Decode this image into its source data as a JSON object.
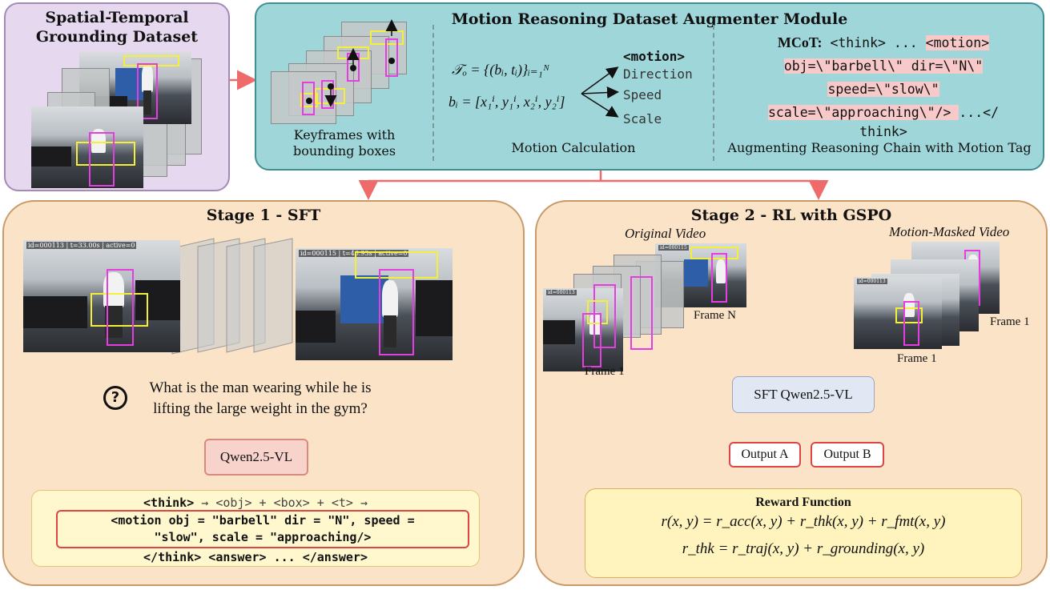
{
  "dataset_box": {
    "title_line1": "Spatial-Temporal",
    "title_line2": "Grounding Dataset"
  },
  "augmenter": {
    "title": "Motion Reasoning Dataset Augmenter Module",
    "keyframes_caption_line1": "Keyframes with",
    "keyframes_caption_line2": "bounding boxes",
    "eq1": "𝒯ₒ = {(bᵢ, tᵢ)}ᵢ₌₁ᴺ",
    "eq2": "bᵢ = [x₁ⁱ, y₁ⁱ, x₂ⁱ, y₂ⁱ]",
    "motion_tag": "<motion>",
    "motion_attrs": [
      "Direction",
      "Speed",
      "Scale"
    ],
    "motion_caption": "Motion Calculation",
    "mcot_label": "MCoT:",
    "mcot_line1_a": "<think> ... ",
    "mcot_line1_b": "<motion>",
    "mcot_line2": "obj=\\\"barbell\\\" dir=\\\"N\\\"",
    "mcot_line3": "speed=\\\"slow\\\"",
    "mcot_line4_a": "scale=\\\"approaching\\\"/> ",
    "mcot_line4_b": " ...</",
    "mcot_line5": "think>",
    "mcot_caption": "Augmenting Reasoning Chain with Motion Tag"
  },
  "stage1": {
    "title": "Stage 1 - SFT",
    "hud_left": "id=000113 | t=33.00s | active=0",
    "hud_right": "id=000115 | t=46.93s | active=0",
    "question_line1": "What is the man wearing while he is",
    "question_line2": "lifting the large weight in the gym?",
    "model": "Qwen2.5-VL",
    "think_line_think": "<think>",
    "think_line_rest": " → <obj> + <box> + <t>  →",
    "motion_line1": "<motion obj = \"barbell\" dir = \"N\", speed =",
    "motion_line2": "\"slow\", scale = \"approaching/>",
    "end_line": "</think> <answer> ... </answer>"
  },
  "stage2": {
    "title": "Stage 2 - RL with GSPO",
    "original_label": "Original Video",
    "masked_label": "Motion-Masked Video",
    "frame_n": "Frame N",
    "frame_1_left": "Frame 1",
    "frame_1_mid": "Frame 1",
    "frame_1_right": "Frame 1",
    "model": "SFT Qwen2.5-VL",
    "output_a": "Output A",
    "output_b": "Output B",
    "reward_title": "Reward Function",
    "reward_eq1": "r(x, y) = r_acc(x, y) + r_thk(x, y) + r_fmt(x, y)",
    "reward_eq2": "r_thk = r_traj(x, y) + r_grounding(x, y)"
  },
  "colors": {
    "dataset_fill": "#e6d9ef",
    "dataset_border": "#a58ab8",
    "augmenter_fill": "#9fd6d9",
    "augmenter_border": "#3e8f92",
    "stage_fill": "#fbe3c7",
    "stage_border": "#c89a6a",
    "reward_fill": "#fff4bd",
    "arrow_red": "#ef6b6b",
    "bbox_yellow": "#f3ef3a",
    "bbox_magenta": "#e43ee0"
  }
}
